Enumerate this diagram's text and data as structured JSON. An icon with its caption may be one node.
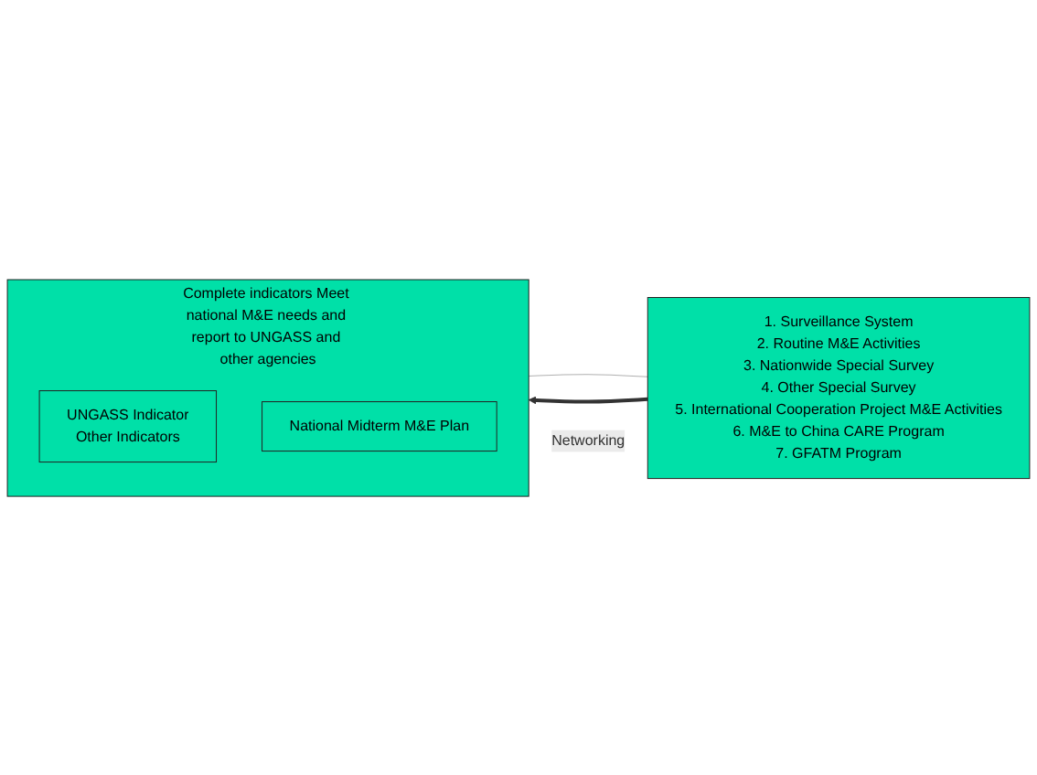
{
  "diagram": {
    "nodes": [
      {
        "text": [
          "Complete indicators Meet national M&E needs and report to UNGASS and other agencies"
        ]
      },
      {
        "text": [
          "UNGASS Indicator",
          "Other Indicators"
        ],
        "in": 0
      },
      {
        "text": [
          "National Midterm M&E Plan"
        ],
        "in": 0
      },
      {
        "text": [
          "1. Surveillance System",
          "2. Routine M&E Activities",
          "3. Nationwide Special Survey",
          "4. Other Special Survey",
          "5. International Cooperation Project M&E Activities",
          "6. M&E to China CARE Program",
          "7. GFATM Program"
        ]
      }
    ],
    "edges": [
      {
        "from": 0,
        "to": 3,
        "arrow": "none",
        "color": "#b0b0b0"
      },
      {
        "from": 3,
        "to": 0,
        "arrow": "to",
        "label": "Networking",
        "style": "thick",
        "color": "#333333"
      }
    ]
  }
}
